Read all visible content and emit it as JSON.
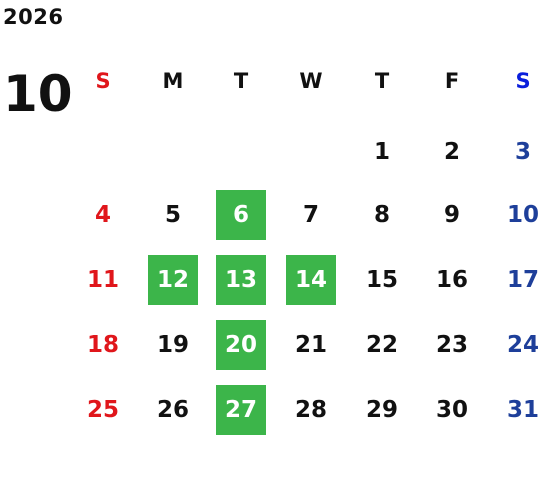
{
  "calendar": {
    "year": "2026",
    "month": "10",
    "weekdays": [
      "S",
      "M",
      "T",
      "W",
      "T",
      "F",
      "S"
    ],
    "first_weekday_index": 4,
    "days_in_month": 31,
    "highlighted_days": [
      6,
      12,
      13,
      14,
      20,
      27
    ]
  },
  "colors": {
    "text": "#111111",
    "sunday": "#e0161b",
    "saturday_header": "#0a1edc",
    "saturday": "#1e3f9a",
    "highlight_bg": "#3cb54a",
    "highlight_text": "#ffffff"
  }
}
